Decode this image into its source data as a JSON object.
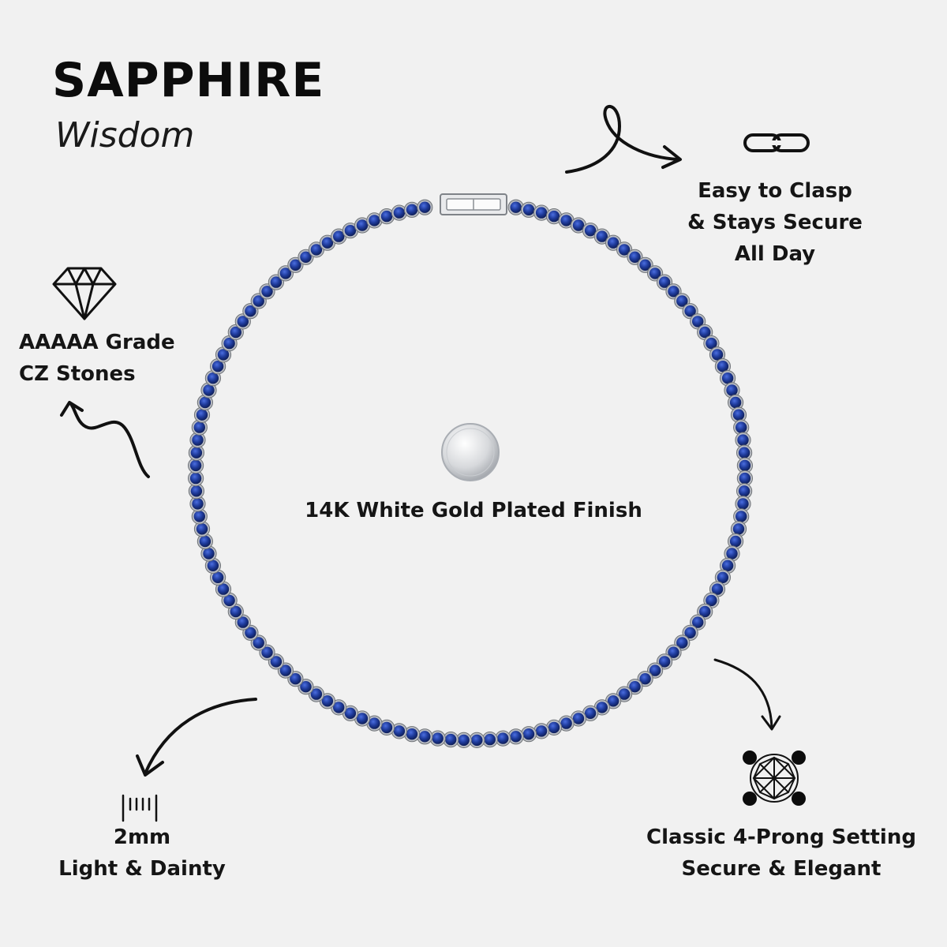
{
  "header": {
    "title": "SAPPHIRE",
    "subtitle": "Wisdom"
  },
  "features": {
    "clasp": {
      "line1": "Easy to Clasp",
      "line2": "& Stays Secure",
      "line3": "All Day",
      "icon": "chain-link-icon"
    },
    "stones": {
      "line1": "AAAAA Grade",
      "line2": "CZ Stones",
      "icon": "diamond-icon"
    },
    "finish": {
      "label": "14K White Gold Plated Finish",
      "icon": "silver-finish-swatch"
    },
    "width": {
      "line1": "2mm",
      "line2": "Light & Dainty",
      "icon": "ruler-icon"
    },
    "setting": {
      "line1": "Classic 4-Prong Setting",
      "line2": "Secure & Elegant",
      "icon": "four-prong-setting-icon"
    }
  },
  "colors": {
    "background": "#f1f1f1",
    "stone": "#1e3a9a",
    "metal": "#b9bcc2",
    "text": "#111111"
  }
}
